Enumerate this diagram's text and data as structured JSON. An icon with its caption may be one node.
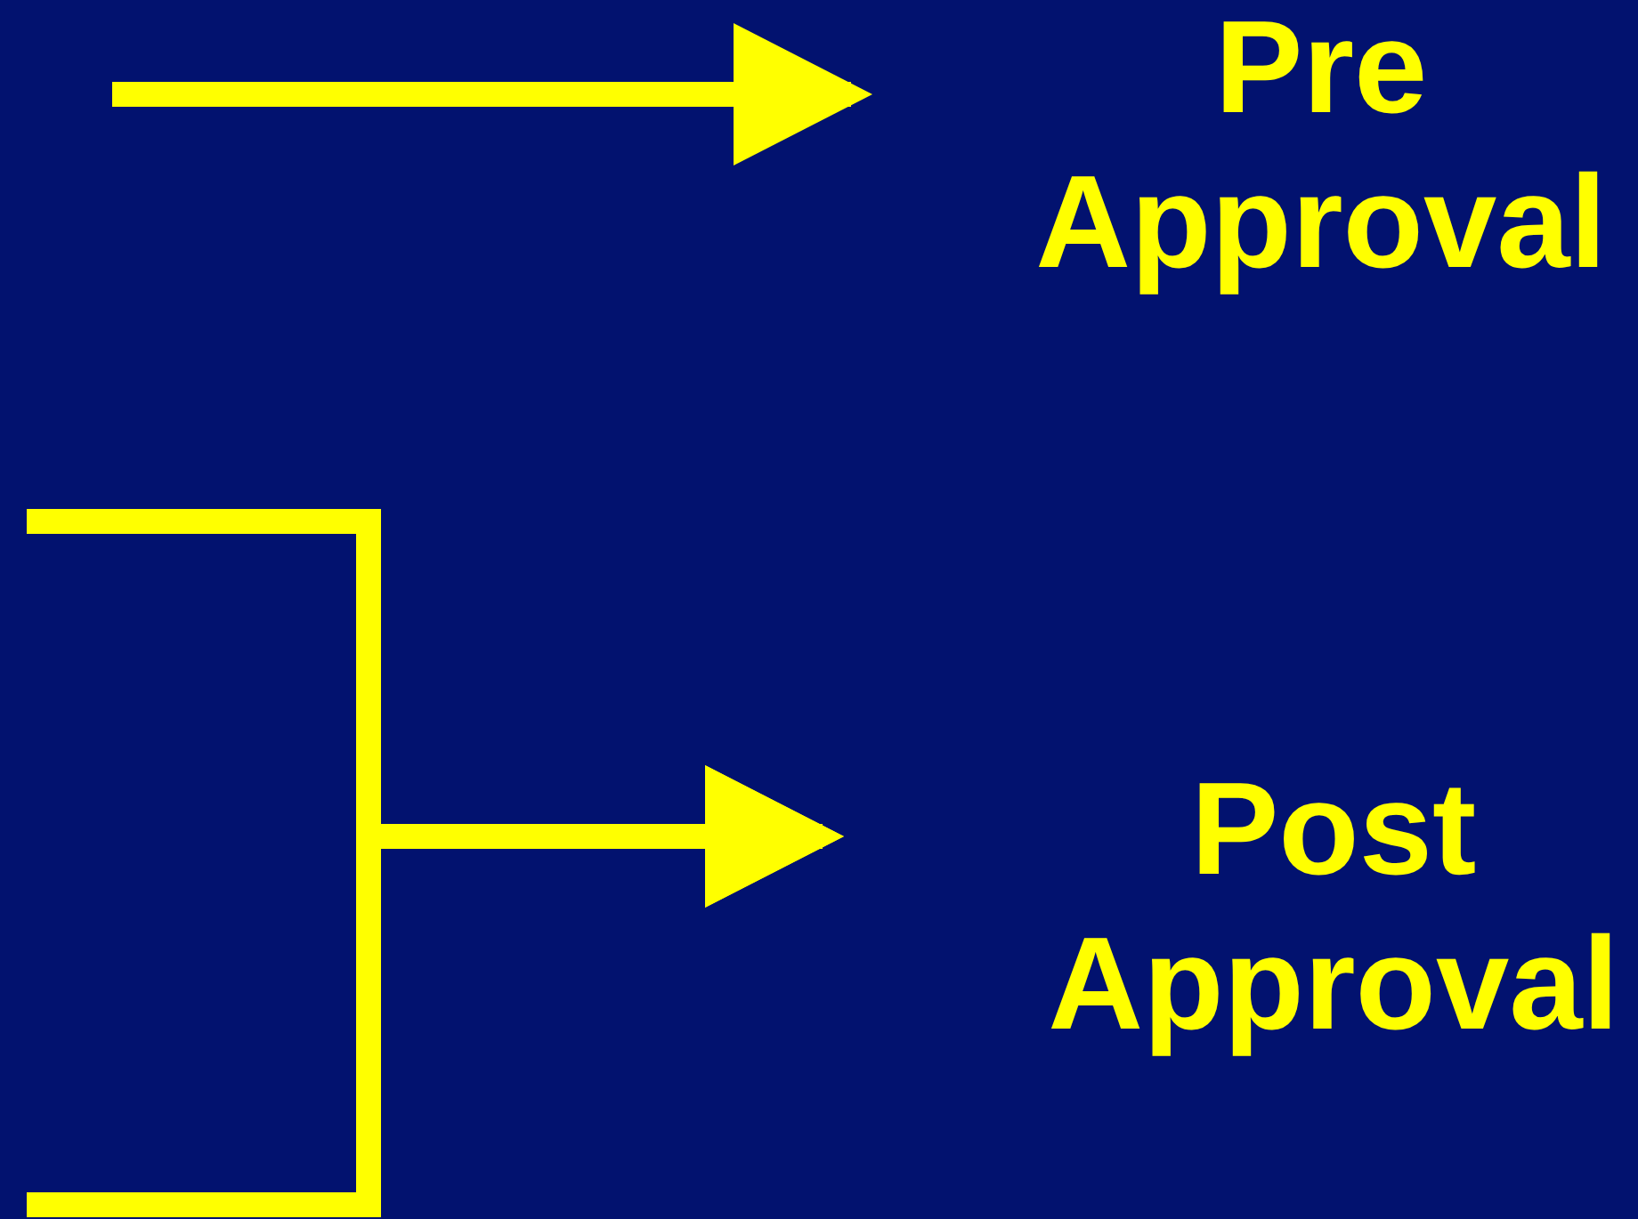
{
  "diagram": {
    "nodes": [
      {
        "text": [
          "Pre Approval"
        ]
      },
      {
        "text": [
          "Post Approval"
        ]
      }
    ],
    "edges": [
      {
        "from": null,
        "to": 0,
        "arrow": "to"
      },
      {
        "from": null,
        "to": 1,
        "arrow": "to"
      },
      {
        "from": null,
        "to": 1,
        "arrow": "to"
      }
    ]
  }
}
